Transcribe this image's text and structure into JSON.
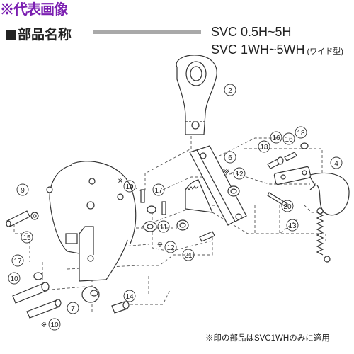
{
  "watermark": "※代表画像",
  "header": {
    "title": "部品名称",
    "models": [
      "SVC 0.5H~5H",
      "SVC 1WH~5WH"
    ],
    "model_note": "(ワイド型)"
  },
  "footnote": "※印の部品はSVC1WHのみに適用",
  "star_mark": "※",
  "callouts": [
    "2",
    "4",
    "6",
    "7",
    "9",
    "10",
    "10",
    "11",
    "12",
    "12",
    "13",
    "14",
    "15",
    "16",
    "16",
    "17",
    "17",
    "18",
    "18",
    "19",
    "20",
    "21"
  ],
  "colors": {
    "line": "#333333",
    "dash": "#555555",
    "text": "#222222",
    "watermark": "#7b1fb1",
    "rule": "#a9a9a9"
  }
}
